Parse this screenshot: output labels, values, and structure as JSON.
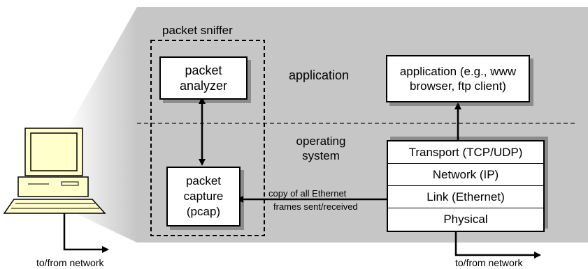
{
  "diagram": {
    "sniffer_label": "packet sniffer",
    "packet_analyzer": [
      "packet",
      "analyzer"
    ],
    "application_layer_label": "application",
    "application_box": [
      "application (e.g., www",
      "browser, ftp client)"
    ],
    "os_label": [
      "operating",
      "system"
    ],
    "packet_capture": [
      "packet",
      "capture",
      "(pcap)"
    ],
    "copy_label": [
      "copy of all Ethernet",
      "frames sent/received"
    ],
    "protocol_stack": [
      "Transport (TCP/UDP)",
      "Network (IP)",
      "Link (Ethernet)",
      "Physical"
    ],
    "network_left": "to/from network",
    "network_right": "to/from network"
  },
  "colors": {
    "host_region": "#c6c6c6",
    "computer_body": "#ffffcc",
    "shadow": "#8c8c8c"
  }
}
